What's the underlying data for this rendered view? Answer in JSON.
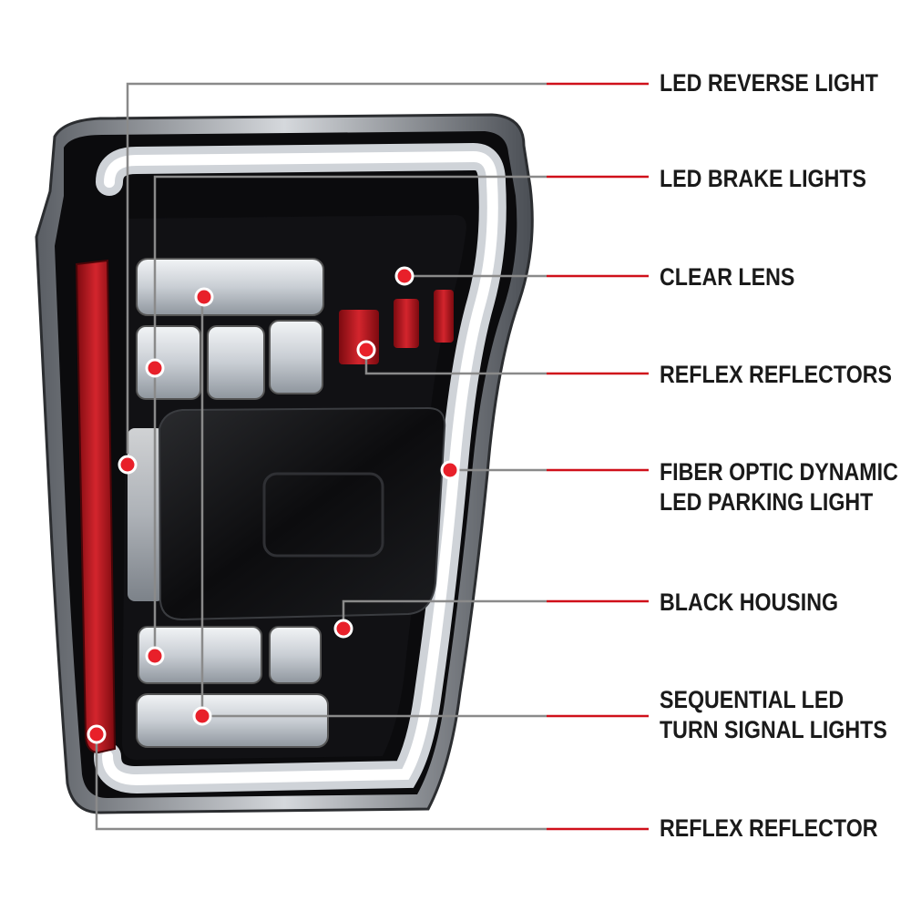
{
  "callouts": [
    {
      "id": "led-reverse-light",
      "lines": [
        "LED REVERSE LIGHT"
      ]
    },
    {
      "id": "led-brake-lights",
      "lines": [
        "LED BRAKE LIGHTS"
      ]
    },
    {
      "id": "clear-lens",
      "lines": [
        "CLEAR LENS"
      ]
    },
    {
      "id": "reflex-reflectors",
      "lines": [
        "REFLEX REFLECTORS"
      ]
    },
    {
      "id": "fiber-optic",
      "lines": [
        "FIBER OPTIC DYNAMIC",
        "LED PARKING LIGHT"
      ]
    },
    {
      "id": "black-housing",
      "lines": [
        "BLACK HOUSING"
      ]
    },
    {
      "id": "sequential-turn",
      "lines": [
        "SEQUENTIAL LED",
        "TURN SIGNAL LIGHTS"
      ]
    },
    {
      "id": "reflex-reflector",
      "lines": [
        "REFLEX REFLECTOR"
      ]
    }
  ],
  "colors": {
    "leader_gray": "#8a8a8a",
    "leader_red": "#d0101a",
    "dot_red": "#e8202a",
    "housing": "#0b0b0d",
    "light_bar": "#e6e9ee",
    "reflector_red": "#b3121b",
    "lens_clear": "#d9dde2"
  }
}
